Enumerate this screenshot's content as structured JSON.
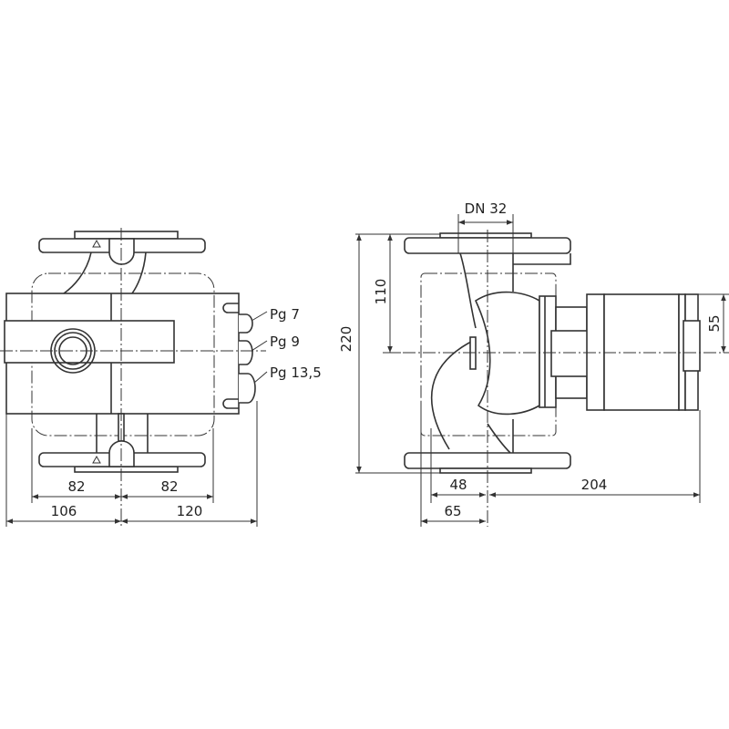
{
  "front_view": {
    "cable_glands": [
      "Pg 7",
      "Pg 9",
      "Pg 13,5"
    ],
    "dimensions": {
      "left_inner": "82",
      "right_inner": "82",
      "left_outer": "106",
      "right_outer": "120"
    }
  },
  "side_view": {
    "dimensions": {
      "nominal_diameter": "DN 32",
      "total_height": "220",
      "half_height": "110",
      "motor_offset": "55",
      "d48": "48",
      "d65": "65",
      "motor_length": "204"
    }
  }
}
